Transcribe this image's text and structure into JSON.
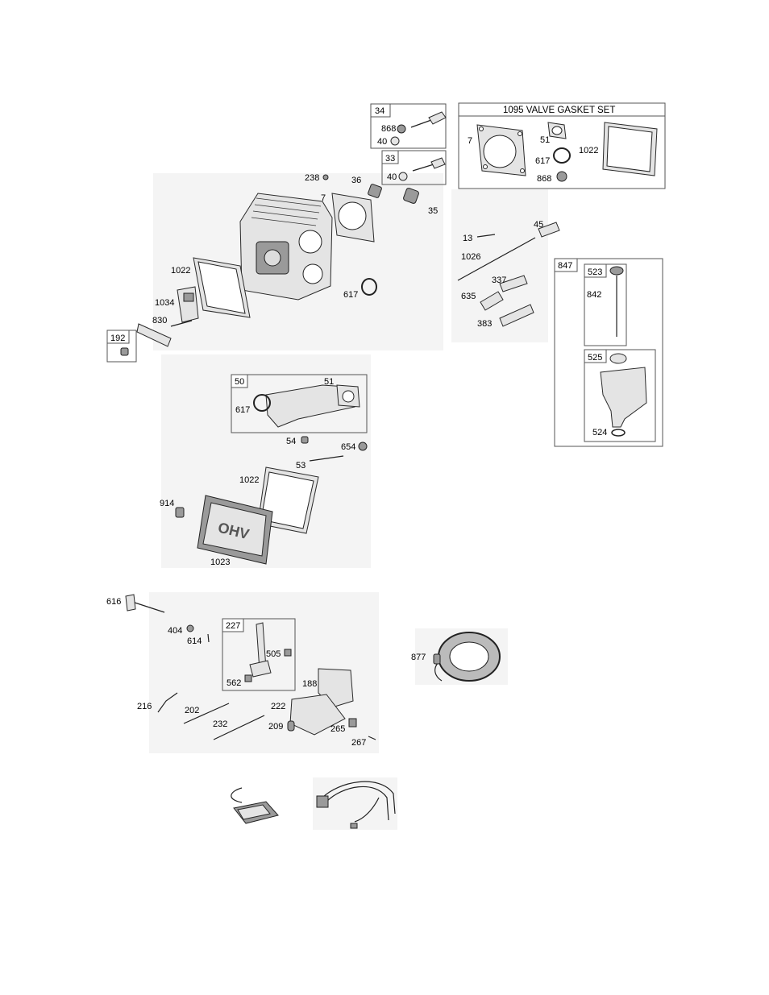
{
  "callouts": {
    "c34": "34",
    "c868a": "868",
    "c40a": "40",
    "c33": "33",
    "c40b": "40",
    "c1095": "1095 VALVE GASKET SET",
    "c7a": "7",
    "c51a": "51",
    "c617a": "617",
    "c868b": "868",
    "c1022a": "1022",
    "c238": "238",
    "c36": "36",
    "c7b": "7",
    "c35": "35",
    "c1022b": "1022",
    "c1034": "1034",
    "c830": "830",
    "c192": "192",
    "c617b": "617",
    "c13": "13",
    "c45": "45",
    "c1026": "1026",
    "c337": "337",
    "c635": "635",
    "c383": "383",
    "c847": "847",
    "c523": "523",
    "c842": "842",
    "c525": "525",
    "c524": "524",
    "c50": "50",
    "c51b": "51",
    "c617c": "617",
    "c54": "54",
    "c654": "654",
    "c53": "53",
    "c1022c": "1022",
    "c914": "914",
    "c1023": "1023",
    "c616": "616",
    "c404": "404",
    "c614": "614",
    "c227": "227",
    "c505": "505",
    "c562": "562",
    "c188": "188",
    "c216": "216",
    "c202": "202",
    "c232": "232",
    "c222": "222",
    "c209": "209",
    "c265": "265",
    "c267": "267",
    "c877": "877"
  },
  "cover_text": "OHV"
}
